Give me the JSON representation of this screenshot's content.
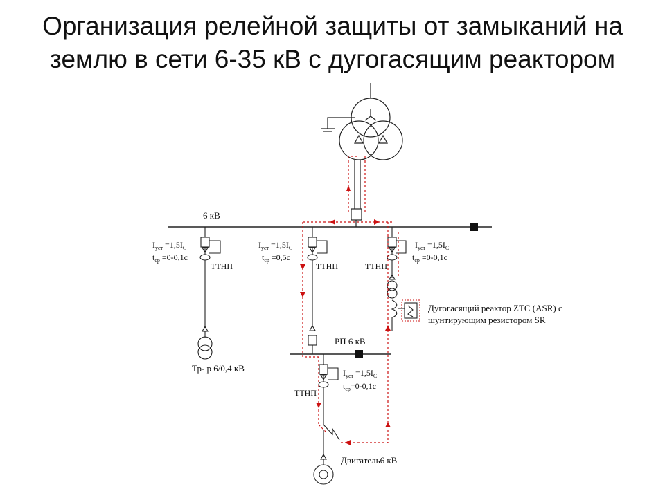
{
  "title": {
    "line1": "Организация релейной защиты от замыканий на",
    "line2": "землю в сети 6-35 кВ с дугогасящим реактором"
  },
  "diagram": {
    "bus_main_label": "6 кВ",
    "bus_rp_label": "РП 6 кВ",
    "feeder1": {
      "setting_current": "I",
      "setting_current_sub": "уст",
      "setting_current_value": " =1,5I",
      "setting_current_value_sub": "C",
      "setting_time": "t",
      "setting_time_sub": "ср",
      "setting_time_value": " =0-0,1с",
      "ct_label": "ТТНП"
    },
    "feeder2": {
      "setting_current": "I",
      "setting_current_sub": "уст",
      "setting_current_value": " =1,5I",
      "setting_current_value_sub": "C",
      "setting_time": "t",
      "setting_time_sub": "ср",
      "setting_time_value": " =0,5с",
      "ct_label": "ТТНП"
    },
    "feeder3": {
      "setting_current": "I",
      "setting_current_sub": "уст",
      "setting_current_value": " =1,5I",
      "setting_current_value_sub": "C",
      "setting_time": "t",
      "setting_time_sub": "ср",
      "setting_time_value": " =0-0,1с",
      "ct_label": "ТТНП"
    },
    "feeder4": {
      "setting_current": "I",
      "setting_current_sub": "уст",
      "setting_current_value": " =1,5I",
      "setting_current_value_sub": "C",
      "setting_time": "t",
      "setting_time_sub": "ср",
      "setting_time_value": "=0-0,1с",
      "ct_label": "ТТНП"
    },
    "transformer_label": "Тр- р 6/0,4 кВ",
    "reactor_label_line1": "Дугогасящий реактор ZTC (ASR) с",
    "reactor_label_line2": "шунтирующим резистором SR",
    "motor_label": "Двигатель6 кВ",
    "colors": {
      "line": "#222222",
      "fault_path": "#cc1111"
    }
  }
}
